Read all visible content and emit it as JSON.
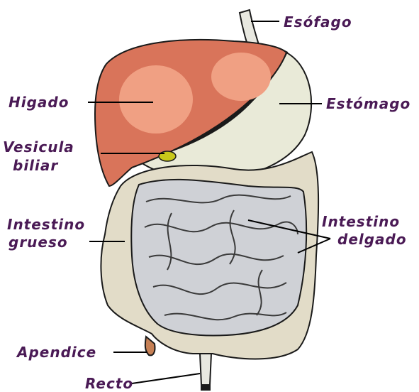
{
  "labels": {
    "esofago": "Esófago",
    "higado": "Higado",
    "estomago": "Estómago",
    "vesicula_line1": "Vesicula",
    "vesicula_line2": "biliar",
    "intestino_grueso_line1": "Intestino",
    "intestino_grueso_line2": "grueso",
    "intestino_delgado_line1": "Intestino",
    "intestino_delgado_line2": "delgado",
    "apendice": "Apendice",
    "recto": "Recto"
  },
  "colors": {
    "label_text": "#4a1a55",
    "liver": "#d9745a",
    "liver_light": "#f0a083",
    "stomach": "#e9ead8",
    "colon": "#e2dcc8",
    "small_intestine": "#cfd1d6",
    "outline": "#1a1a1a",
    "gallbladder": "#c8c81a"
  }
}
